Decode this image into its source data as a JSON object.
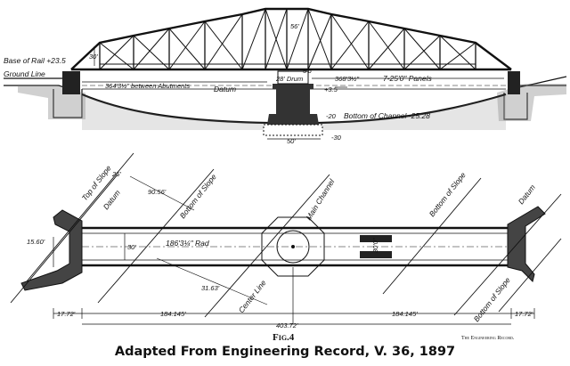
{
  "elevation": {
    "base_of_rail": "Base of Rail +23.5",
    "ground_line": "Ground Line",
    "height_center": "56'",
    "height_end": "30'",
    "between_abutments": "364'3½\" between Abutments",
    "datum": "Datum",
    "span_right": "368'3½\"",
    "panels": "7-25'0\" Panels",
    "drum": "28' Drum",
    "pier_top": "+3.5",
    "drum_dim": "5'6\"",
    "bottom_of_channel": "Bottom of Channel -25.28",
    "depth_20": "-20",
    "depth_30": "-30",
    "pier_width": "50'"
  },
  "plan": {
    "top_of_slope": "Top of Slope",
    "datum_left": "Datum",
    "bottom_of_slope_left": "Bottom of Slope",
    "main_channel": "Main Channel",
    "bottom_of_slope_right": "Bottom of Slope",
    "datum_right": "Datum",
    "bottom_of_slope_right_lower": "Bottom of Slope",
    "dim_25": "25'",
    "dim_9056": "90.56'",
    "dim_1560": "15.60'",
    "dim_30": "30'",
    "radius": "186'3¼\" Rad",
    "dim_3163": "31.63'",
    "center_line": "Center Line",
    "left_edge": "17.72'",
    "left_span": "184.145'",
    "total": "403.72'",
    "right_span": "184.145'",
    "right_edge": "17.72'",
    "deck_dim": "30'0\""
  },
  "caption": {
    "fig": "Fig.4",
    "publisher": "The Engineering Record.",
    "credit": "Adapted From Engineering Record, V. 36, 1897"
  }
}
